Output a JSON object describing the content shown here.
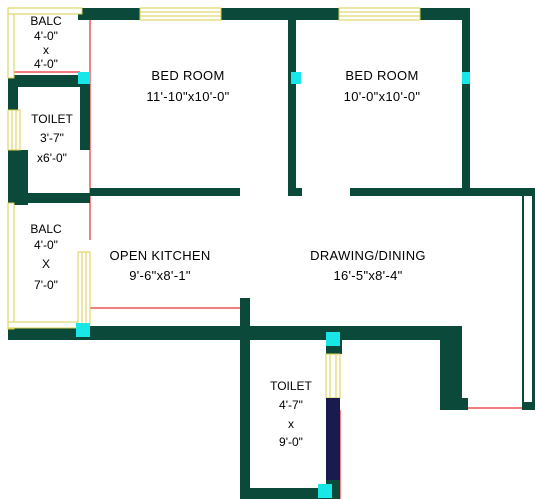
{
  "plan": {
    "rooms": [
      {
        "key": "balc_top",
        "name": "BALC",
        "dim_lines": [
          "4'-0\"",
          "x",
          "4'-0\""
        ]
      },
      {
        "key": "toilet_left",
        "name": "TOILET",
        "dim_lines": [
          "3'-7\"",
          "x6'-0\""
        ]
      },
      {
        "key": "bed1",
        "name": "BED ROOM",
        "dim_lines": [
          "11'-10\"x10'-0\""
        ]
      },
      {
        "key": "bed2",
        "name": "BED ROOM",
        "dim_lines": [
          "10'-0\"x10'-0\""
        ]
      },
      {
        "key": "balc_left",
        "name": "BALC",
        "dim_lines": [
          "4'-0\"",
          "X",
          "7'-0\""
        ]
      },
      {
        "key": "kitchen",
        "name": "OPEN KITCHEN",
        "dim_lines": [
          "9'-6\"x8'-1\""
        ]
      },
      {
        "key": "drawing",
        "name": "DRAWING/DINING",
        "dim_lines": [
          "16'-5\"x8'-4\""
        ]
      },
      {
        "key": "toilet_bottom",
        "name": "TOILET",
        "dim_lines": [
          "4'-7\"",
          "x",
          "9'-0\""
        ]
      }
    ],
    "colors": {
      "wall": "#0b4a3a",
      "pillar": "#19e6e6",
      "window": "#d8cf4a",
      "reference_line": "#e63232"
    }
  }
}
